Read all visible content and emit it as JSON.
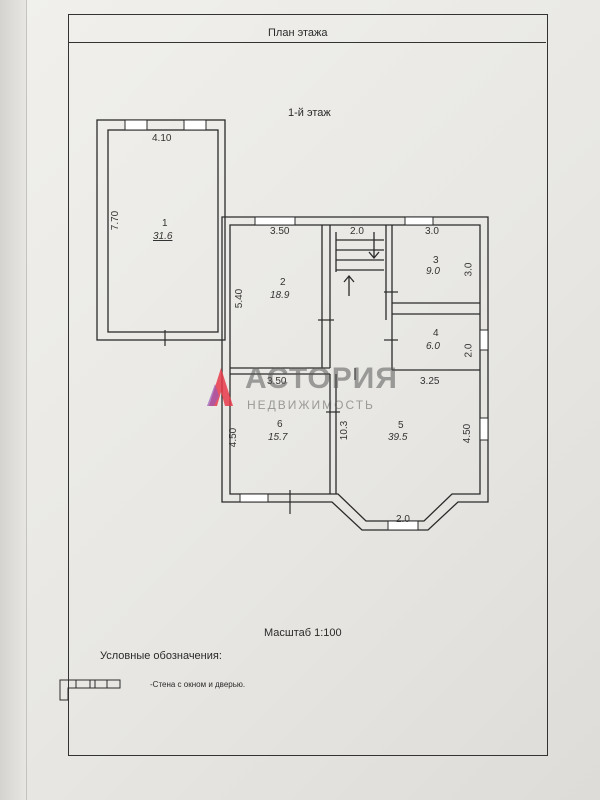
{
  "header": {
    "title": "План этажа"
  },
  "floor": {
    "label": "1-й этаж"
  },
  "rooms": [
    {
      "num": "1",
      "area": "31.6"
    },
    {
      "num": "2",
      "area": "18.9"
    },
    {
      "num": "3",
      "area": "9.0"
    },
    {
      "num": "4",
      "area": "6.0"
    },
    {
      "num": "5",
      "area": "39.5"
    },
    {
      "num": "6",
      "area": "15.7"
    }
  ],
  "dims": {
    "d1": "4.10",
    "d2": "7.70",
    "d3": "3.50",
    "d4": "2.0",
    "d5": "3.0",
    "d6": "5.40",
    "d7": "3.0",
    "d8": "2.0",
    "d9": "3.50",
    "d10": "3.25",
    "d11": "10.3",
    "d12": "4.50",
    "d13": "4.50",
    "d14": "2.0"
  },
  "scale": {
    "label": "Масштаб 1:100"
  },
  "legend": {
    "title": "Условные обозначения:",
    "item": "-Стена с окном и дверью."
  },
  "watermark": {
    "line1": "АСТОРИЯ",
    "line2": "НЕДВИЖИМОСТЬ",
    "color": "#e8394a"
  }
}
